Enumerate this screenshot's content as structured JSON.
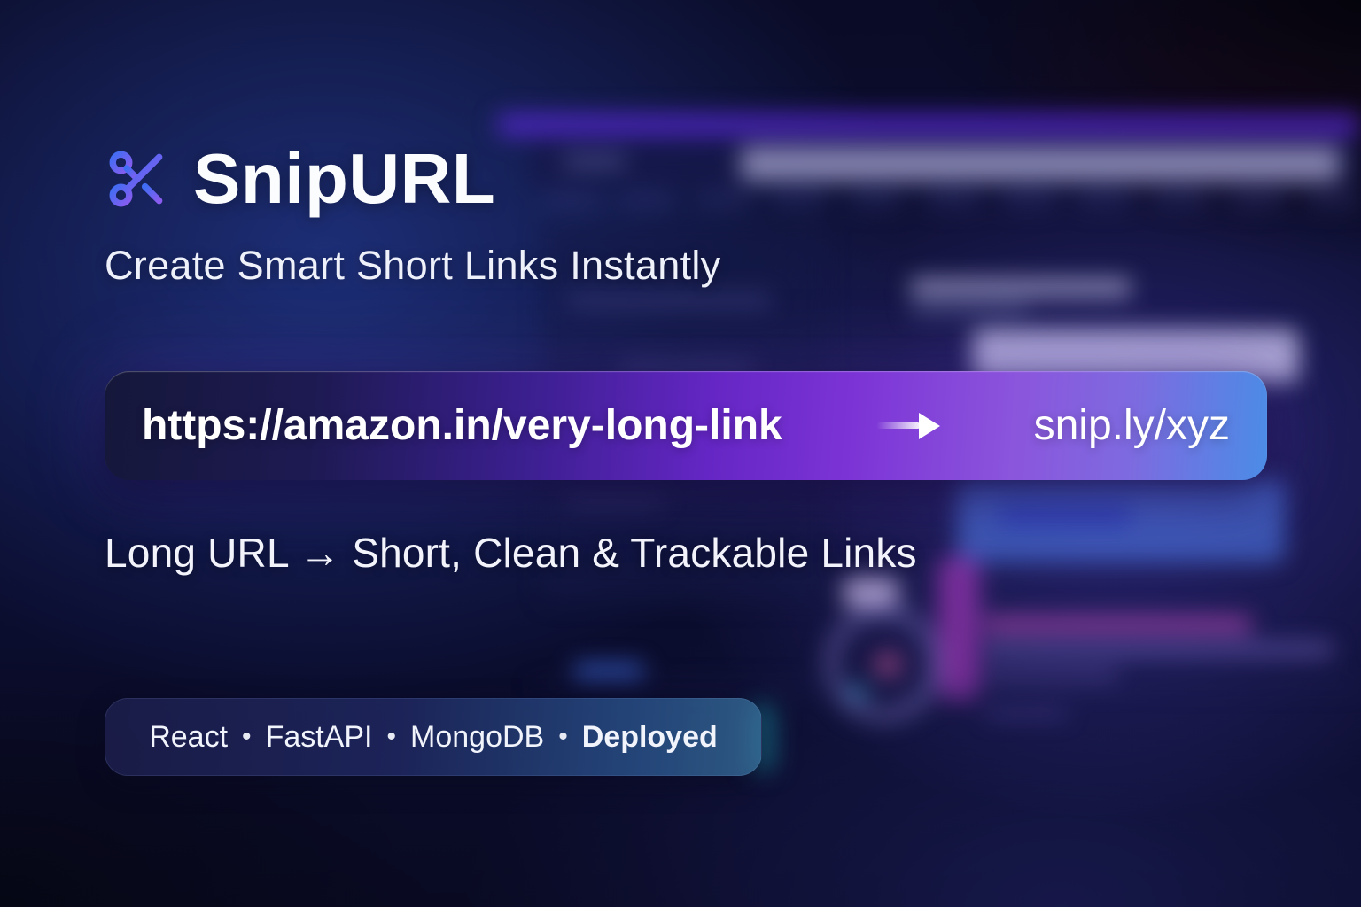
{
  "brand": {
    "logo_icon": "scissors-icon",
    "name": "SnipURL",
    "tagline": "Create Smart Short Links Instantly"
  },
  "url_transform": {
    "long_url": "https://amazon.in/very-long-link",
    "arrow_icon": "arrow-right-icon",
    "short_url": "snip.ly/xyz"
  },
  "headline": "Long URL → Short, Clean & Trackable Links",
  "tech_badge": {
    "separator": "•",
    "items": [
      "React",
      "FastAPI",
      "MongoDB",
      "Deployed"
    ]
  },
  "colors": {
    "background": "#0a0b26",
    "logo_gradient_start": "#3f6df4",
    "logo_gradient_end": "#8a5cf0",
    "pill_dark": "#15173a",
    "pill_purple": "#7c33d6",
    "pill_blue": "#4b8ce6",
    "text": "#ffffff"
  }
}
